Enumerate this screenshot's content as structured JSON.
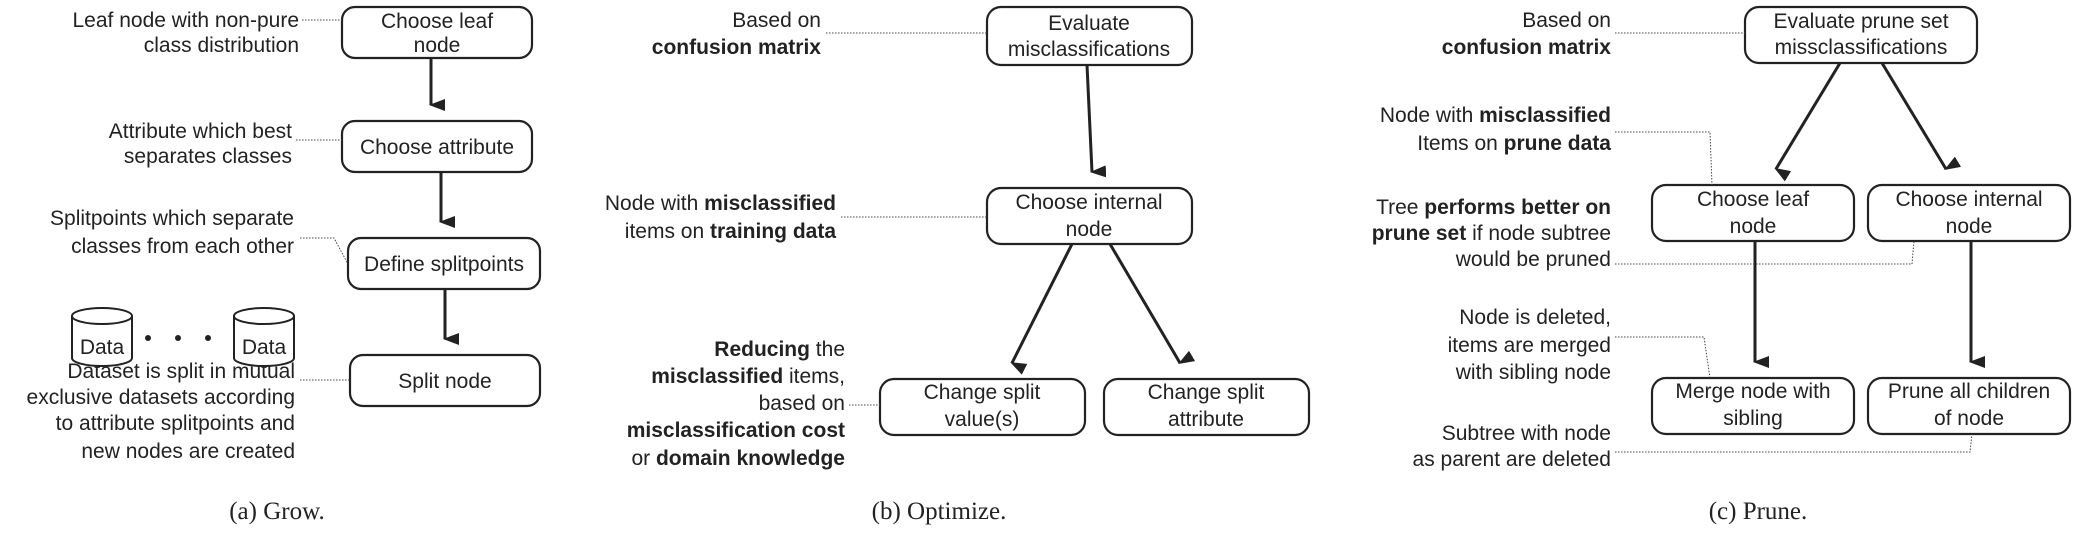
{
  "grow": {
    "nodes": {
      "choose_leaf": [
        "Choose leaf",
        "node"
      ],
      "choose_attribute": "Choose attribute",
      "define_splitpoints": "Define splitpoints",
      "split_node": "Split node"
    },
    "notes": {
      "leaf": [
        "Leaf node with non-pure",
        "class distribution"
      ],
      "attribute": [
        "Attribute which best",
        "separates classes"
      ],
      "splitpoints": [
        "Splitpoints which separate",
        "classes from each other"
      ],
      "dataset": [
        "Dataset is split in mutual",
        "exclusive datasets according",
        "to attribute splitpoints and",
        "new nodes are created"
      ]
    },
    "data_label": "Data",
    "caption": "(a)  Grow."
  },
  "optimize": {
    "nodes": {
      "evaluate": [
        "Evaluate",
        "misclassifications"
      ],
      "choose_internal": [
        "Choose internal",
        "node"
      ],
      "change_value": [
        "Change split",
        "value(s)"
      ],
      "change_attribute": [
        "Change split",
        "attribute"
      ]
    },
    "notes": {
      "based_on": "Based on",
      "confusion_matrix": "confusion matrix",
      "node_with": "Node with ",
      "misclassified": "misclassified",
      "items_on": "items on ",
      "training_data": "training data",
      "reducing": "Reducing",
      "the": " the",
      "misclassified_items_bold": "misclassified",
      "items_comma": " items,",
      "based_on_lower": "based on",
      "misclassification_cost": "misclassification cost",
      "or": "or ",
      "domain_knowledge": "domain knowledge"
    },
    "caption": "(b)  Optimize."
  },
  "prune": {
    "nodes": {
      "evaluate": [
        "Evaluate prune set",
        "missclassifications"
      ],
      "choose_leaf": [
        "Choose leaf",
        "node"
      ],
      "choose_internal": [
        "Choose internal",
        "node"
      ],
      "merge": [
        "Merge node with",
        "sibling"
      ],
      "prune_all": [
        "Prune all children",
        "of node"
      ]
    },
    "notes": {
      "based_on": "Based on",
      "confusion_matrix": "confusion matrix",
      "node_with": "Node with ",
      "misclassified": "misclassified",
      "items_on": "Items on ",
      "prune_data": "prune data",
      "tree": "Tree ",
      "performs_better_on": "performs better on",
      "prune_set": "prune set",
      "if_node_subtree": " if node subtree",
      "would_be_pruned": "would be pruned",
      "node_deleted": [
        "Node is deleted,",
        "items are merged",
        "with sibling node"
      ],
      "subtree": [
        "Subtree with node",
        "as parent are deleted"
      ]
    },
    "caption": "(c)  Prune."
  }
}
